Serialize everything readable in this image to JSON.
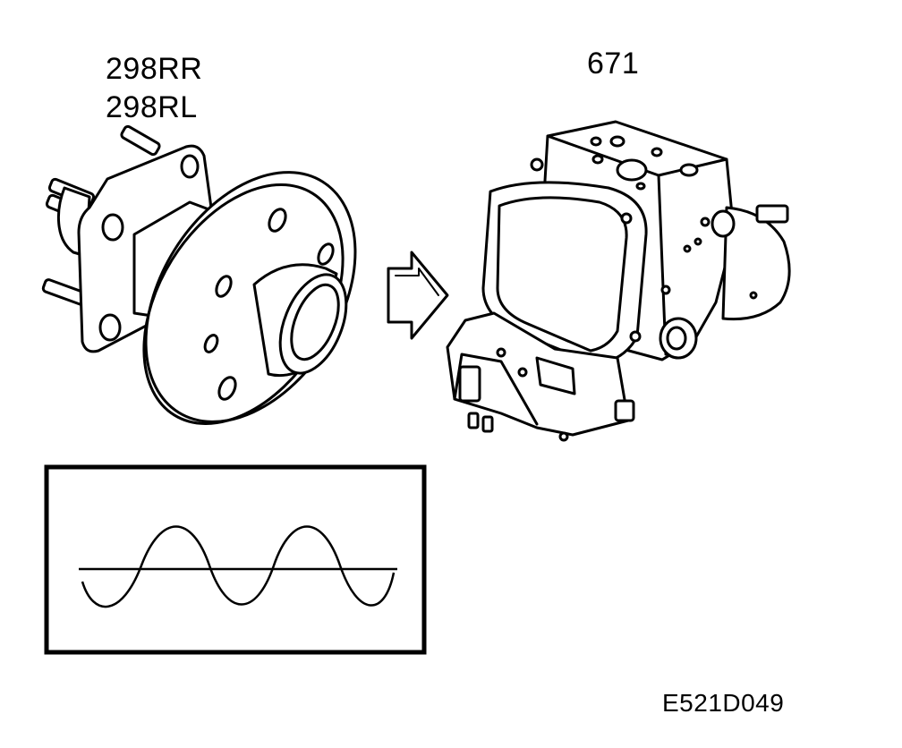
{
  "labels": {
    "sensor_rr": "298RR",
    "sensor_rl": "298RL",
    "abs_unit": "671",
    "figure_code": "E521D049"
  }
}
